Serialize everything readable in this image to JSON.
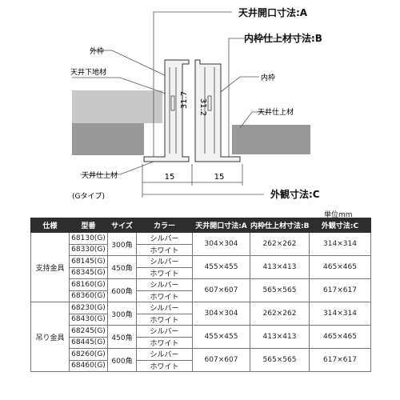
{
  "diagram": {
    "dim_a": "天井開口寸法:A",
    "dim_b": "内枠仕上材寸法:B",
    "dim_c": "外観寸法:C",
    "label_outer_frame": "外枠",
    "label_ceiling_base": "天井下地材",
    "label_inner_frame": "内枠",
    "label_ceiling_finish_right": "天井仕上材",
    "label_ceiling_finish_left": "天井仕上材",
    "label_type": "(Gタイプ)",
    "height_left": "31.7",
    "height_right": "31.2",
    "width_left": "15",
    "width_right": "15"
  },
  "unit": "単位mm",
  "table": {
    "headers": [
      "仕様",
      "型番",
      "サイズ",
      "カラー",
      "天井開口寸法:A",
      "内枠仕上材寸法:B",
      "外観寸法:C"
    ],
    "groups": [
      {
        "spec": "支持金具",
        "sizes": [
          {
            "size": "300角",
            "a": "304×304",
            "b": "262×262",
            "c": "314×314",
            "rows": [
              {
                "model": "68130(G)",
                "color": "シルバー"
              },
              {
                "model": "68330(G)",
                "color": "ホワイト"
              }
            ]
          },
          {
            "size": "450角",
            "a": "455×455",
            "b": "413×413",
            "c": "465×465",
            "rows": [
              {
                "model": "68145(G)",
                "color": "シルバー"
              },
              {
                "model": "68345(G)",
                "color": "ホワイト"
              }
            ]
          },
          {
            "size": "600角",
            "a": "607×607",
            "b": "565×565",
            "c": "617×617",
            "rows": [
              {
                "model": "68160(G)",
                "color": "シルバー"
              },
              {
                "model": "68360(G)",
                "color": "ホワイト"
              }
            ]
          }
        ]
      },
      {
        "spec": "吊り金具",
        "sizes": [
          {
            "size": "300角",
            "a": "304×304",
            "b": "262×262",
            "c": "314×314",
            "rows": [
              {
                "model": "68230(G)",
                "color": "シルバー"
              },
              {
                "model": "68430(G)",
                "color": "ホワイト"
              }
            ]
          },
          {
            "size": "450角",
            "a": "455×455",
            "b": "413×413",
            "c": "465×465",
            "rows": [
              {
                "model": "68245(G)",
                "color": "シルバー"
              },
              {
                "model": "68445(G)",
                "color": "ホワイト"
              }
            ]
          },
          {
            "size": "600角",
            "a": "607×607",
            "b": "565×565",
            "c": "617×617",
            "rows": [
              {
                "model": "68260(G)",
                "color": "シルバー"
              },
              {
                "model": "68460(G)",
                "color": "ホワイト"
              }
            ]
          }
        ]
      }
    ]
  }
}
